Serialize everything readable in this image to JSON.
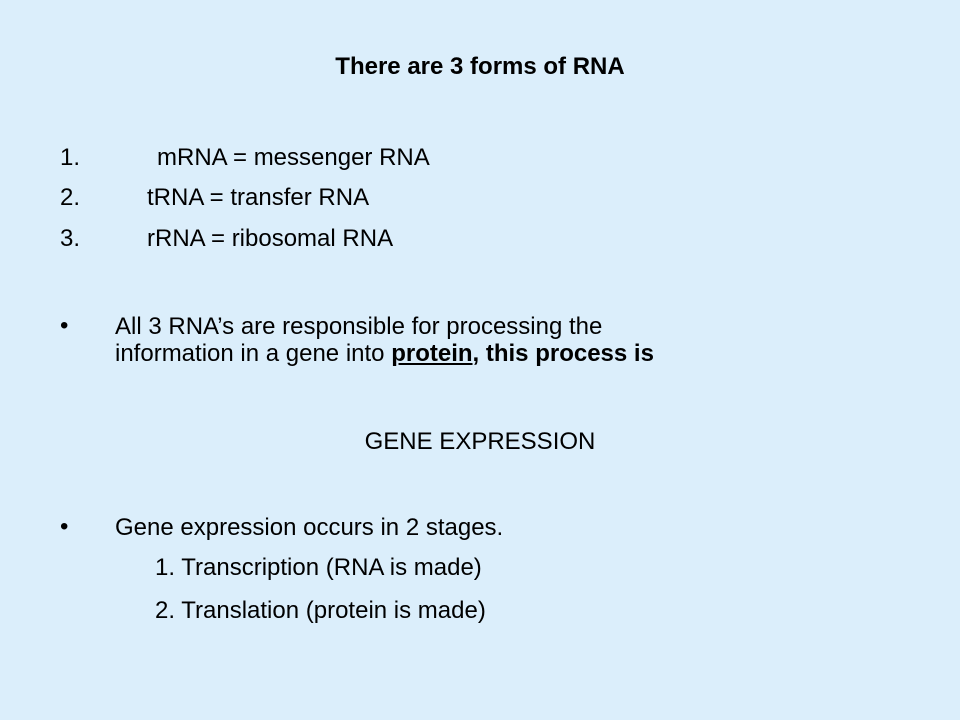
{
  "title": "There are 3 forms of RNA",
  "rna_forms": [
    {
      "num": "1.",
      "text": "mRNA = messenger RNA"
    },
    {
      "num": "2.",
      "text": "tRNA  = transfer RNA"
    },
    {
      "num": "3.",
      "text": "rRNA  = ribosomal RNA"
    }
  ],
  "bullet1": {
    "line1": "All 3 RNA’s are responsible for processing the",
    "line2_plain": "information in a gene into ",
    "line2_underlined": "protein",
    "line2_bold": ", this process is"
  },
  "gene_expression": "GENE EXPRESSION",
  "bullet2": {
    "text": "Gene expression occurs in 2 stages.",
    "stages": [
      "1.  Transcription (RNA is made)",
      "2.  Translation (protein is made)"
    ]
  },
  "bullet_symbol": "•"
}
